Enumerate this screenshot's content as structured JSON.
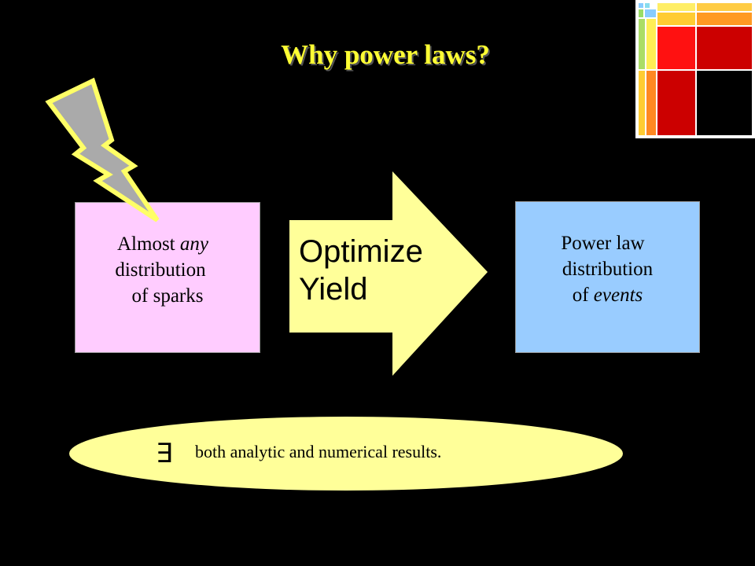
{
  "slide": {
    "title": "Why power laws?",
    "left_box": {
      "line1_plain": "Almost",
      "line1_italic": "any",
      "line2": "distribution",
      "line3": "of sparks"
    },
    "arrow": {
      "line1": "Optimize",
      "line2": "Yield"
    },
    "right_box": {
      "line1": "Power law",
      "line2": "distribution",
      "line3_plain": "of",
      "line3_italic": "events"
    },
    "note": {
      "symbol": "∃",
      "text": "both analytic and numerical results."
    }
  },
  "colors": {
    "background": "#000000",
    "title": "#ffff33",
    "left_box": "#ffccff",
    "right_box": "#99ccff",
    "arrow": "#ffff99",
    "ellipse": "#ffff99",
    "bolt_fill": "#aaaaaa",
    "bolt_outline": "#ffff66"
  },
  "icons": [
    "lightning-bolt-icon",
    "grid-logo-icon"
  ]
}
